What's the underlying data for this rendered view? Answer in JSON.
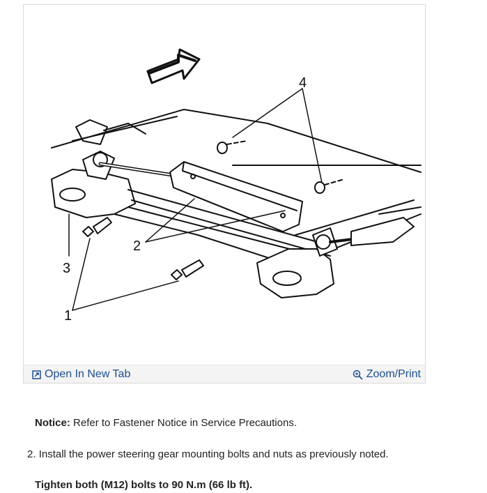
{
  "figure": {
    "callouts": [
      "1",
      "2",
      "3",
      "4"
    ],
    "icons": [
      "direction-arrow",
      "open-in-new-tab-icon",
      "zoom-icon"
    ]
  },
  "toolbar": {
    "open_tab_label": "Open In New Tab",
    "zoom_label": "Zoom/Print"
  },
  "notice": {
    "label": "Notice:",
    "text": "Refer to Fastener Notice in Service Precautions."
  },
  "step": {
    "number": "2.",
    "text": "Install the power steering gear mounting bolts and nuts as previously noted."
  },
  "torque_spec": "Tighten both (M12) bolts to 90 N.m (66 lb ft).",
  "colors": {
    "link": "#1c4f8f",
    "border": "#d9d9d9",
    "toolbar_bg": "#f4f4f4"
  }
}
